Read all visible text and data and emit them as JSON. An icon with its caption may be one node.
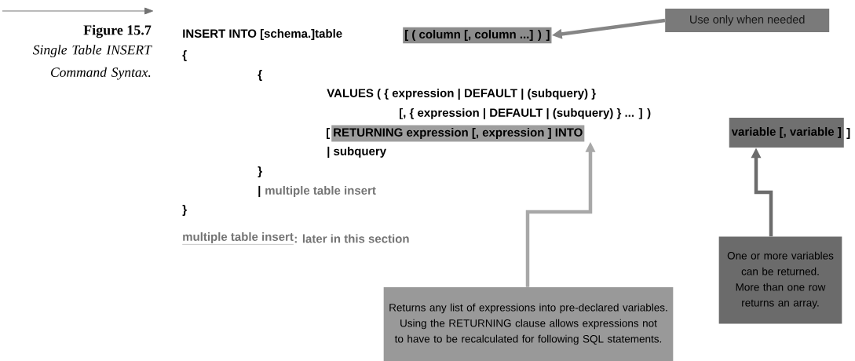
{
  "diagram": {
    "title": "Figure 15.7",
    "caption": "Single Table INSERT Command Syntax.",
    "nodes": [
      {
        "text": [
          "[ ( column [, column ...] ) ]"
        ]
      },
      {
        "text": [
          "Use only when needed"
        ]
      },
      {
        "text": [
          "RETURNING expression [, expression ] INTO"
        ]
      },
      {
        "text": [
          "variable [, variable ]"
        ]
      },
      {
        "text": [
          "Returns any list of expressions into pre-declared variables. Using the RETURNING clause allows expressions not to have to be recalculated for following SQL statements."
        ]
      },
      {
        "text": [
          "One or more variables can be returned. More than one row returns an array."
        ]
      }
    ],
    "edges": [
      {
        "from": 1,
        "to": 0,
        "arrow": "to",
        "color": "#858585"
      },
      {
        "from": 4,
        "to": 2,
        "arrow": "to",
        "color": "#a8a8a8"
      },
      {
        "from": 5,
        "to": 3,
        "arrow": "to",
        "color": "#6c6c6c"
      }
    ],
    "labels": [
      "INSERT INTO [schema.]table",
      "{",
      "{",
      "VALUES ( { expression | DEFAULT | (subquery) }",
      "[, { expression | DEFAULT | (subquery) } ... ] )",
      "[",
      "]",
      "| subquery",
      "}",
      "|",
      "multiple table insert",
      "}",
      "multiple table insert",
      ": later in this section"
    ]
  }
}
